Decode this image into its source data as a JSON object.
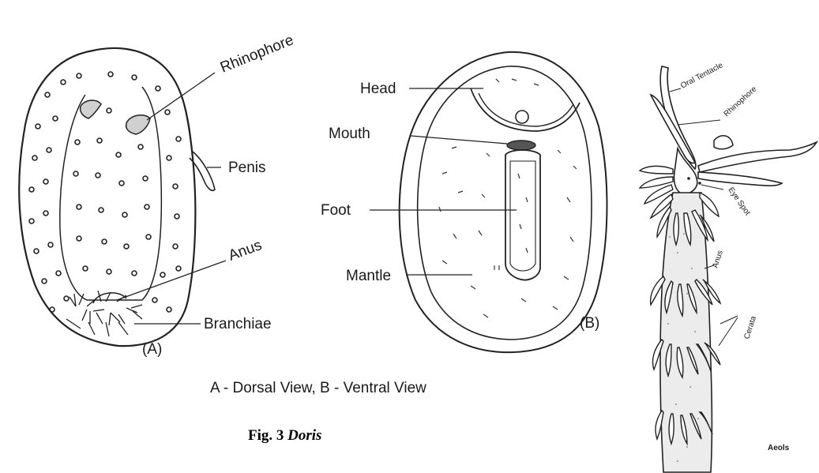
{
  "colors": {
    "ink": "#222222",
    "paper": "#ffffff",
    "fill": "#f3f3f3"
  },
  "dorsal": {
    "labels": {
      "rhinophore": "Rhinophore",
      "penis": "Penis",
      "anus": "Anus",
      "branchiae": "Branchiae"
    },
    "panel_label": "(A)"
  },
  "ventral": {
    "labels": {
      "head": "Head",
      "mouth": "Mouth",
      "foot": "Foot",
      "mantle": "Mantle"
    },
    "panel_label": "(B)"
  },
  "caption": "A - Dorsal View, B - Ventral View",
  "figure": {
    "prefix": "Fig. 3 ",
    "name": "Doris"
  },
  "aeolis": {
    "labels": {
      "oral_tentacle": "Oral Tentacle",
      "rhinophore": "Rhinophore",
      "eye_spot": "Eye Spot",
      "anus": "Anus",
      "cerata": "Cerata"
    },
    "title": "Aeols"
  }
}
